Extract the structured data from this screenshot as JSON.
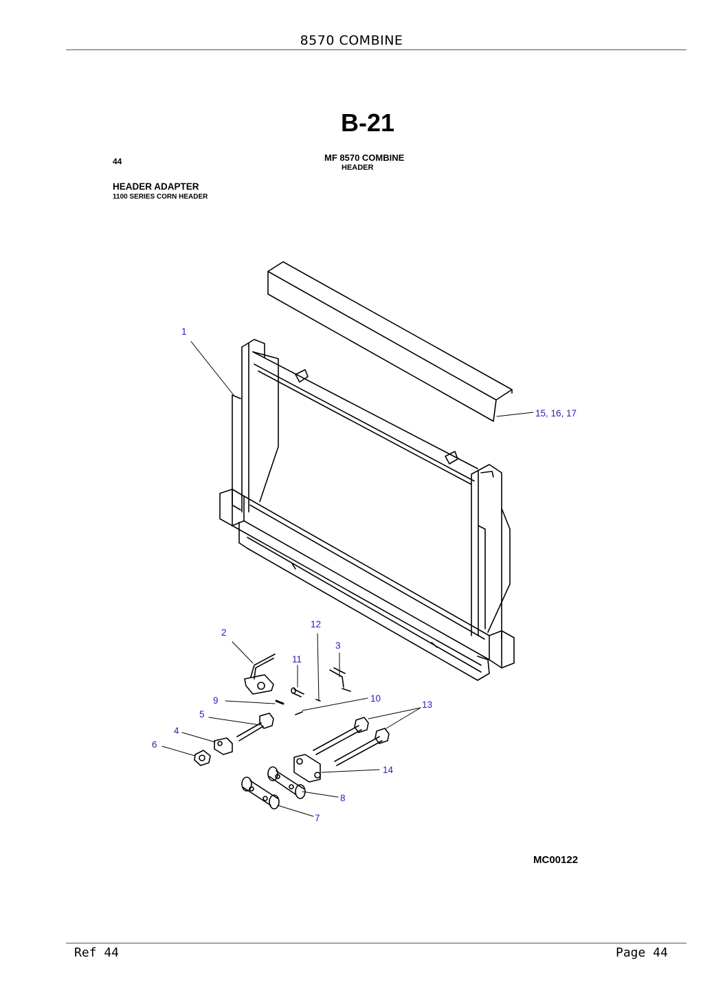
{
  "header": {
    "title": "8570 COMBINE"
  },
  "section": {
    "code": "B-21"
  },
  "parts_page": {
    "ref_number": "44",
    "model": "MF 8570 COMBINE",
    "group": "HEADER",
    "assembly_title": "HEADER ADAPTER",
    "assembly_subtitle": "1100 SERIES CORN HEADER"
  },
  "diagram": {
    "callouts": {
      "c1": "1",
      "c2": "2",
      "c3": "3",
      "c4": "4",
      "c5": "5",
      "c6": "6",
      "c7": "7",
      "c8": "8",
      "c9": "9",
      "c10": "10",
      "c11": "11",
      "c12": "12",
      "c13": "13",
      "c14": "14",
      "c15_16_17": "15,  16,  17"
    },
    "drawing_code": "MC00122",
    "line_color": "#000000",
    "callout_color": "#1f1fb4"
  },
  "footer": {
    "ref_label": "Ref  44",
    "page_label": "Page  44"
  }
}
